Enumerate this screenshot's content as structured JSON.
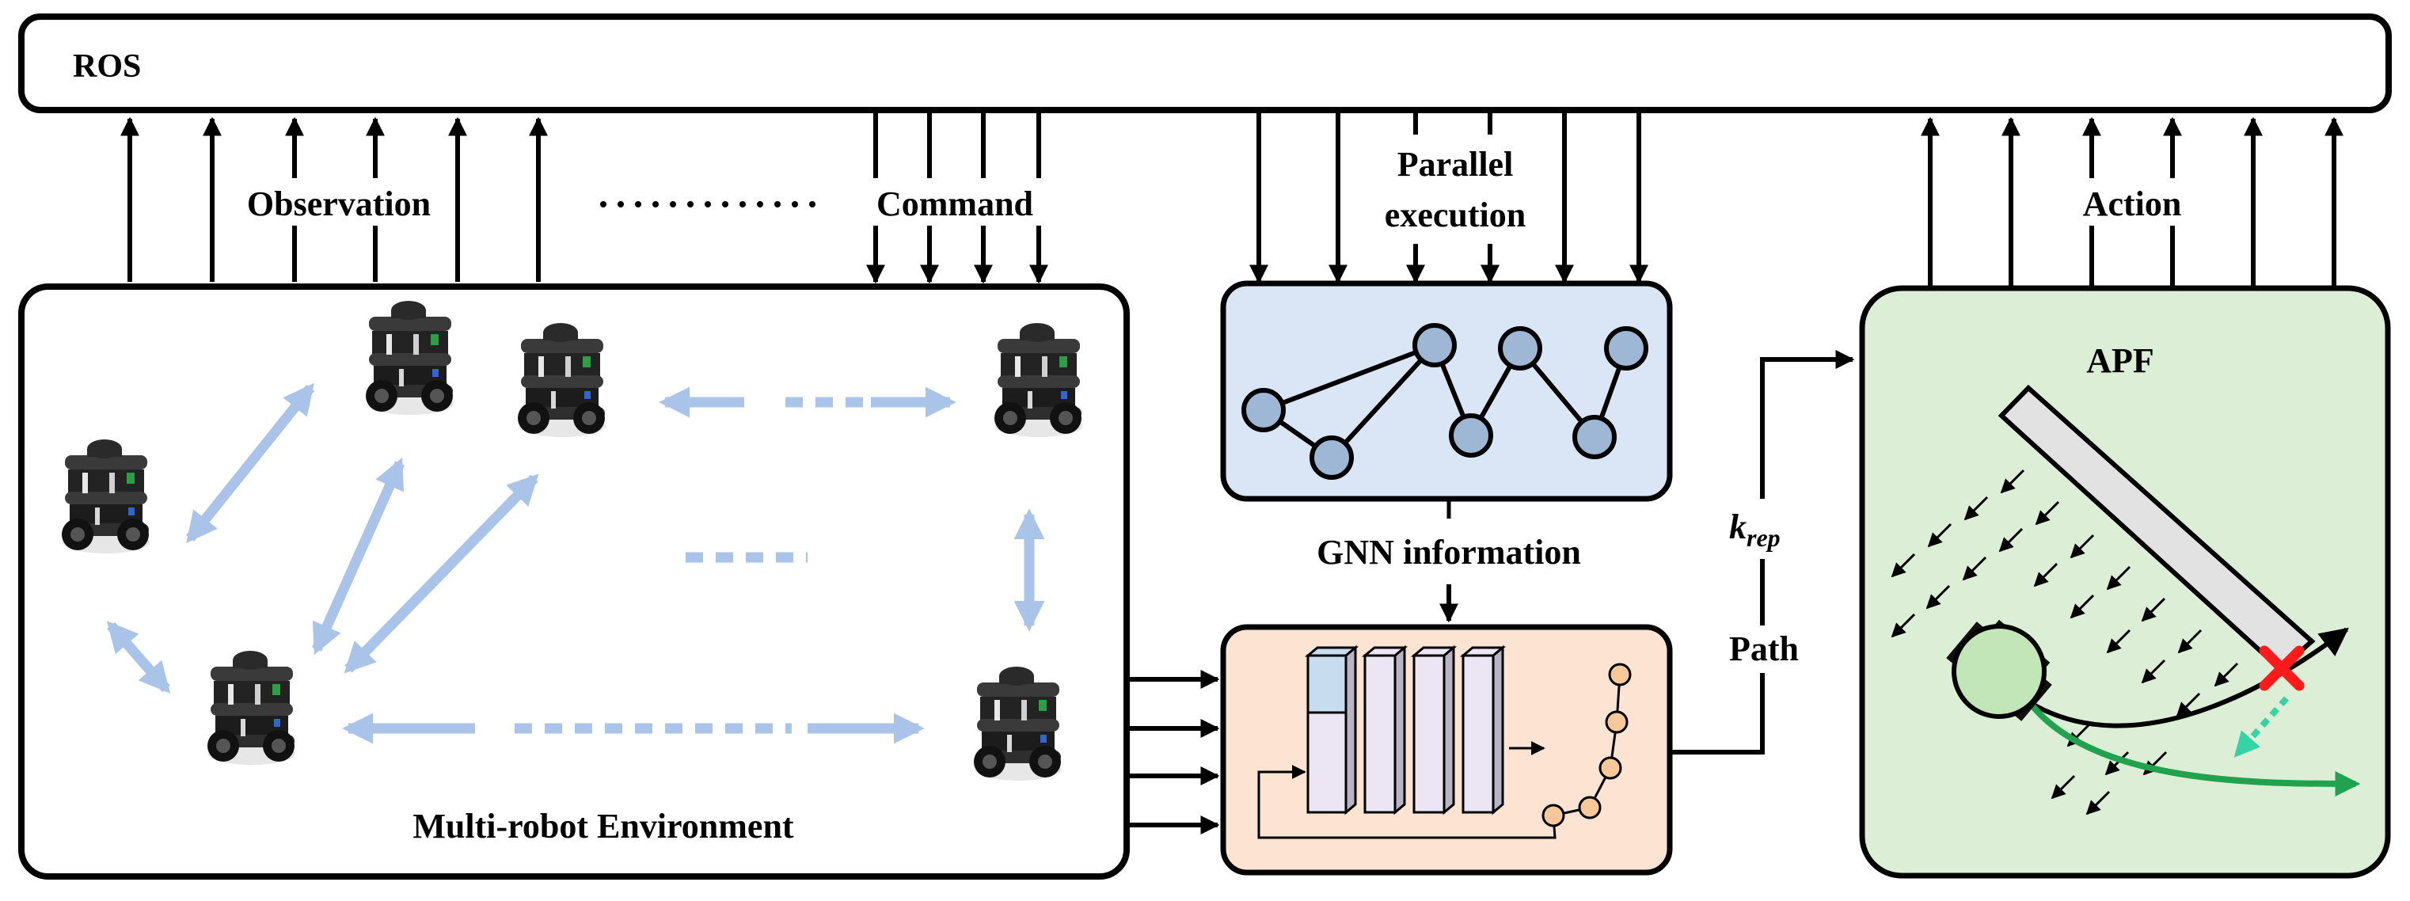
{
  "labels": {
    "ros": "ROS",
    "observation": "Observation",
    "command": "Command",
    "parallel_line1": "Parallel",
    "parallel_line2": "execution",
    "action": "Action",
    "apf": "APF",
    "gnn_information": "GNN information",
    "k_rep_main": "k",
    "k_rep_sub": "rep",
    "path": "Path",
    "environment": "Multi-robot Environment"
  },
  "colors": {
    "stroke": "#000000",
    "env_arrow": "#a9c4e8",
    "gnn_box_fill": "#dae6f5",
    "gnn_node_fill": "#9db7d4",
    "nn_box_fill": "#fde3d1",
    "nn_layer_fill": "#ece6f4",
    "nn_layer_top": "#c8dcf0",
    "chain_node_fill": "#f7c99a",
    "apf_box_fill": "#dcefd6",
    "robot_body": "#c3e6b8",
    "obstacle_fill": "#e2e2e2",
    "green_path": "#20a24f",
    "teal_dotted": "#36d3a5",
    "red_cross": "#ff1b1b"
  },
  "icons": [
    "turtlebot-robot-icon",
    "graph-icon",
    "neural-network-icon",
    "wheeled-robot-icon",
    "goal-cross-icon"
  ]
}
